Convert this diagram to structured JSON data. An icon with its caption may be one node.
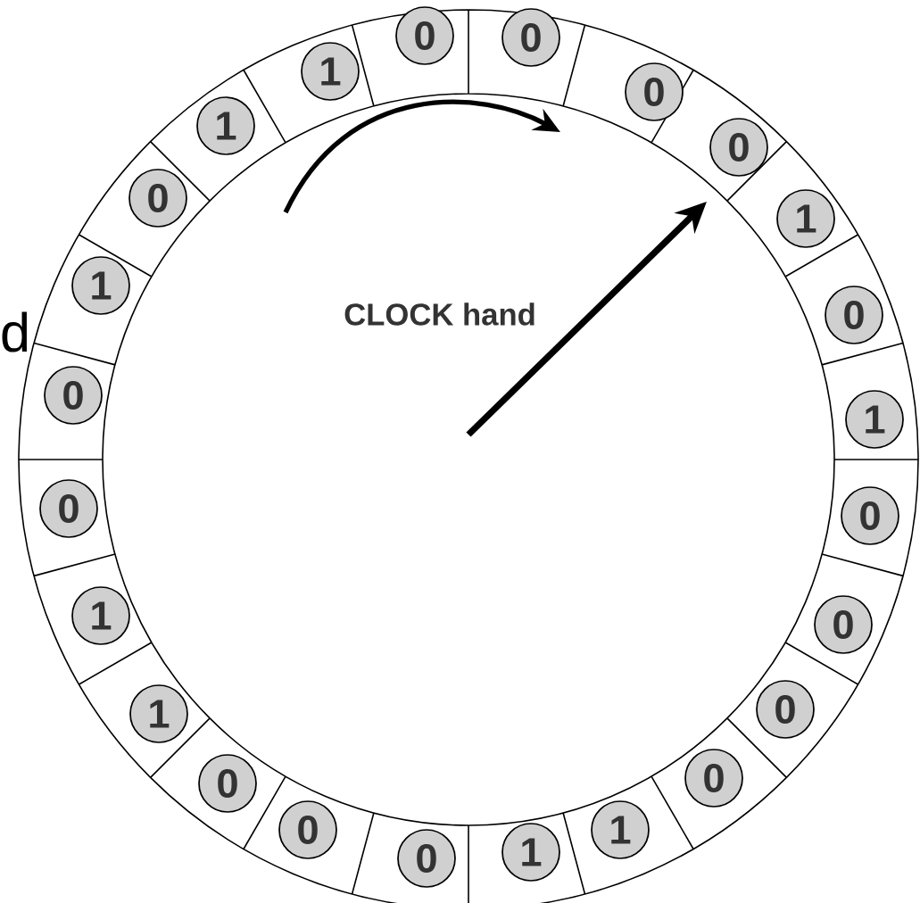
{
  "diagram": {
    "nodes": [
      {
        "text": [
          "0"
        ]
      },
      {
        "text": [
          "0"
        ]
      },
      {
        "text": [
          "0"
        ]
      },
      {
        "text": [
          "1"
        ]
      },
      {
        "text": [
          "0"
        ]
      },
      {
        "text": [
          "1"
        ]
      },
      {
        "text": [
          "0"
        ]
      },
      {
        "text": [
          "0"
        ]
      },
      {
        "text": [
          "0"
        ]
      },
      {
        "text": [
          "0"
        ]
      },
      {
        "text": [
          "1"
        ]
      },
      {
        "text": [
          "1"
        ]
      },
      {
        "text": [
          "0"
        ]
      },
      {
        "text": [
          "0"
        ]
      },
      {
        "text": [
          "0"
        ]
      },
      {
        "text": [
          "1"
        ]
      },
      {
        "text": [
          "1"
        ]
      },
      {
        "text": [
          "0"
        ]
      },
      {
        "text": [
          "0"
        ]
      },
      {
        "text": [
          "1"
        ]
      },
      {
        "text": [
          "0"
        ]
      },
      {
        "text": [
          "1"
        ]
      },
      {
        "text": [
          "1"
        ]
      },
      {
        "text": [
          "0"
        ]
      }
    ],
    "labels": [
      "CLOCK hand",
      "d"
    ]
  }
}
